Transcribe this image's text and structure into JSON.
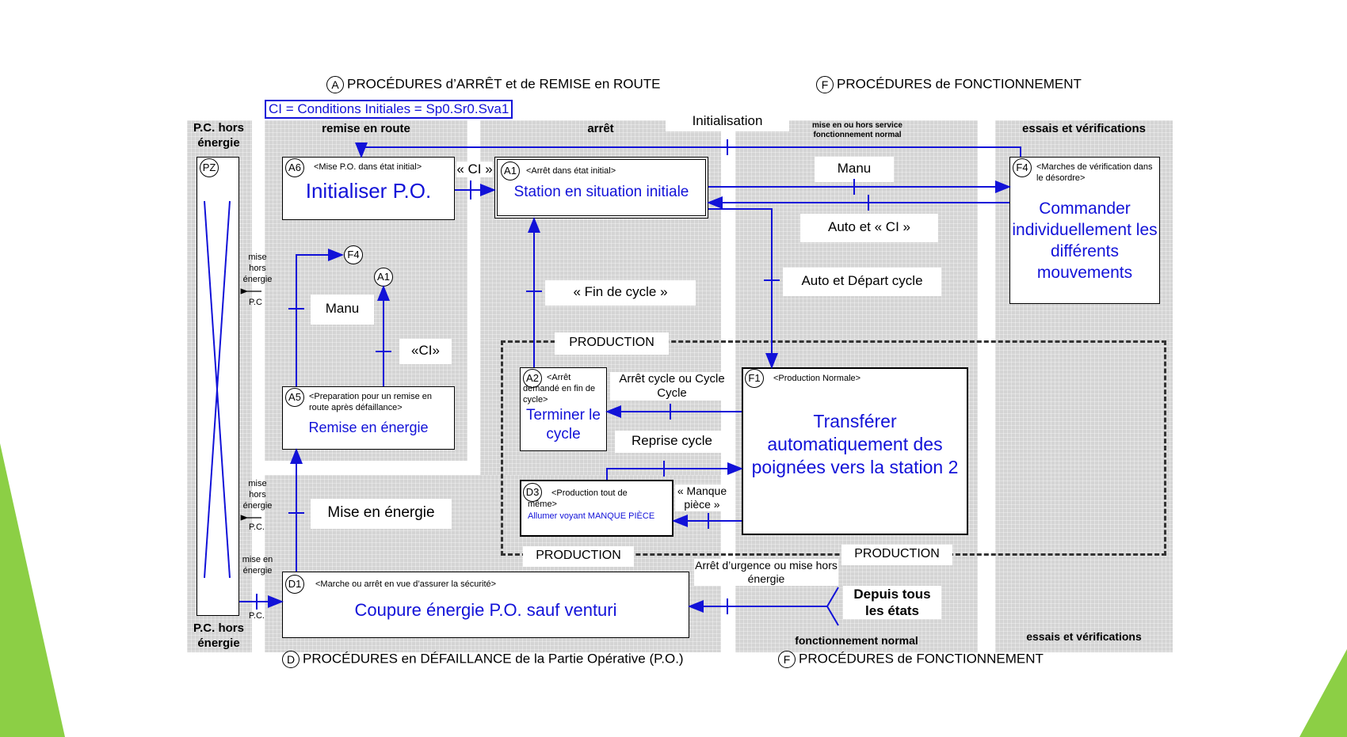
{
  "titles": {
    "a": {
      "letter": "A",
      "text": "PROCÉDURES d’ARRÊT et de REMISE en ROUTE"
    },
    "f_top": {
      "letter": "F",
      "text": "PROCÉDURES de FONCTIONNEMENT"
    },
    "d": {
      "letter": "D",
      "text": "PROCÉDURES en DÉFAILLANCE de la Partie Opérative (P.O.)"
    },
    "f_bottom": {
      "letter": "F",
      "text": "PROCÉDURES de FONCTIONNEMENT"
    }
  },
  "ci_definition": "CI = Conditions Initiales = Sp0.Sr0.Sva1",
  "zones": {
    "pc_top": "P.C. hors énergie",
    "pc_bottom": "P.C. hors énergie",
    "remise": "remise en route",
    "arret": "arrêt",
    "service": "mise en ou hors service fonctionnement normal",
    "essais_top": "essais et vérifications",
    "fonct_bottom": "fonctionnement normal",
    "essais_bottom": "essais et vérifications"
  },
  "states": {
    "pz": "PZ",
    "a6": {
      "id": "A6",
      "desc": "<Mise P.O. dans état initial>",
      "title": "Initialiser P.O."
    },
    "a1": {
      "id": "A1",
      "desc": "<Arrêt dans état initial>",
      "title": "Station en situation initiale"
    },
    "f4": {
      "id": "F4",
      "desc": "<Marches de vérification dans le désordre>",
      "title": "Commander individuellement les différents mouvements"
    },
    "a5": {
      "id": "A5",
      "desc": "<Preparation pour un remise en route après défaillance>",
      "title": "Remise en énergie"
    },
    "a2": {
      "id": "A2",
      "desc": "<Arrêt demandé en fin de cycle>",
      "title": "Terminer le cycle"
    },
    "f1": {
      "id": "F1",
      "desc": "<Production Normale>",
      "title": "Transférer automatiquement des poignées vers la station 2"
    },
    "d3": {
      "id": "D3",
      "desc": "<Production tout de même>",
      "title": "Allumer voyant MANQUE PIÈCE"
    },
    "d1": {
      "id": "D1",
      "desc": "<Marche ou arrêt en vue d’assurer la sécurité>",
      "title": "Coupure énergie P.O. sauf venturi"
    }
  },
  "refs": {
    "f4": "F4",
    "a1": "A1"
  },
  "transitions": {
    "ci": "« CI »",
    "initialisation": "Initialisation",
    "manu_top": "Manu",
    "auto_ci": "Auto et « CI »",
    "auto_depart": "Auto et Départ cycle",
    "fin_cycle": "« Fin de cycle »",
    "manu_left": "Manu",
    "ci_left": "«CI»",
    "arret_cycle": "Arrêt cycle ou Cycle Cycle",
    "reprise": "Reprise cycle",
    "manque": "« Manque pièce »",
    "mise_energie": "Mise en énergie",
    "arret_urgence": "Arrêt d’urgence ou mise hors énergie",
    "depuis": "Depuis tous les états"
  },
  "production_labels": [
    "PRODUCTION",
    "PRODUCTION",
    "PRODUCTION"
  ],
  "side_notes": {
    "n1": "mise hors énergie",
    "n1_pc": "P.C",
    "n2": "mise hors énergie",
    "n2_pc": "P.C.",
    "n3": "mise en énergie",
    "n3_pc": "P.C."
  },
  "colors": {
    "flow": "#1212d8",
    "accent": "#8ccf45",
    "zone": "#d4d4d4"
  }
}
